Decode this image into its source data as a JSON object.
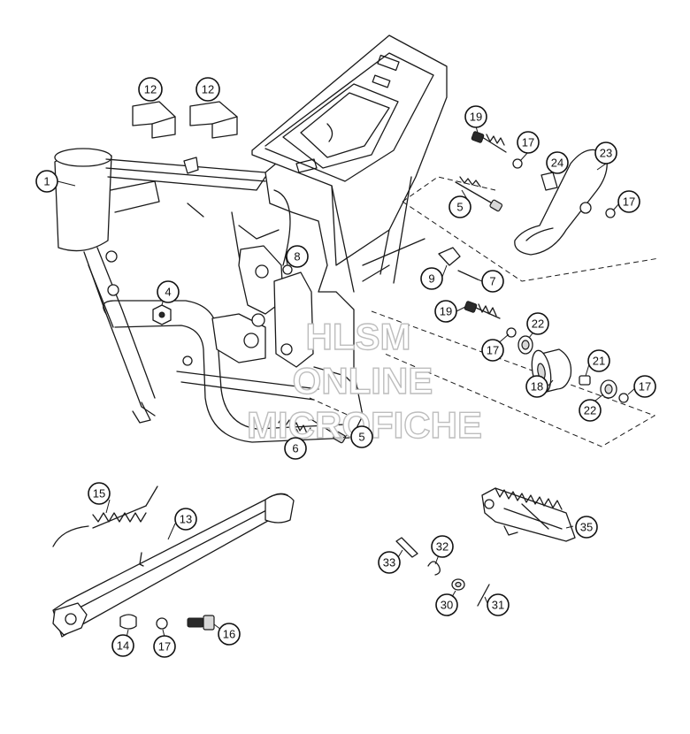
{
  "diagram": {
    "callouts": [
      {
        "id": "c1",
        "label": "1"
      },
      {
        "id": "c12a",
        "label": "12"
      },
      {
        "id": "c12b",
        "label": "12"
      },
      {
        "id": "c4",
        "label": "4"
      },
      {
        "id": "c8",
        "label": "8"
      },
      {
        "id": "c9",
        "label": "9"
      },
      {
        "id": "c7",
        "label": "7"
      },
      {
        "id": "c19a",
        "label": "19"
      },
      {
        "id": "c17a",
        "label": "17"
      },
      {
        "id": "c24",
        "label": "24"
      },
      {
        "id": "c23",
        "label": "23"
      },
      {
        "id": "c17b",
        "label": "17"
      },
      {
        "id": "c5a",
        "label": "5"
      },
      {
        "id": "c19b",
        "label": "19"
      },
      {
        "id": "c22a",
        "label": "22"
      },
      {
        "id": "c17c",
        "label": "17"
      },
      {
        "id": "c21",
        "label": "21"
      },
      {
        "id": "c18",
        "label": "18"
      },
      {
        "id": "c17d",
        "label": "17"
      },
      {
        "id": "c22b",
        "label": "22"
      },
      {
        "id": "c6",
        "label": "6"
      },
      {
        "id": "c5b",
        "label": "5"
      },
      {
        "id": "c15",
        "label": "15"
      },
      {
        "id": "c13",
        "label": "13"
      },
      {
        "id": "c14",
        "label": "14"
      },
      {
        "id": "c17e",
        "label": "17"
      },
      {
        "id": "c16",
        "label": "16"
      },
      {
        "id": "c35",
        "label": "35"
      },
      {
        "id": "c32",
        "label": "32"
      },
      {
        "id": "c33",
        "label": "33"
      },
      {
        "id": "c30",
        "label": "30"
      },
      {
        "id": "c31",
        "label": "31"
      }
    ]
  },
  "watermark": {
    "line1": "HLSM",
    "line2": "ONLINE",
    "line3": "MICROFICHE"
  }
}
